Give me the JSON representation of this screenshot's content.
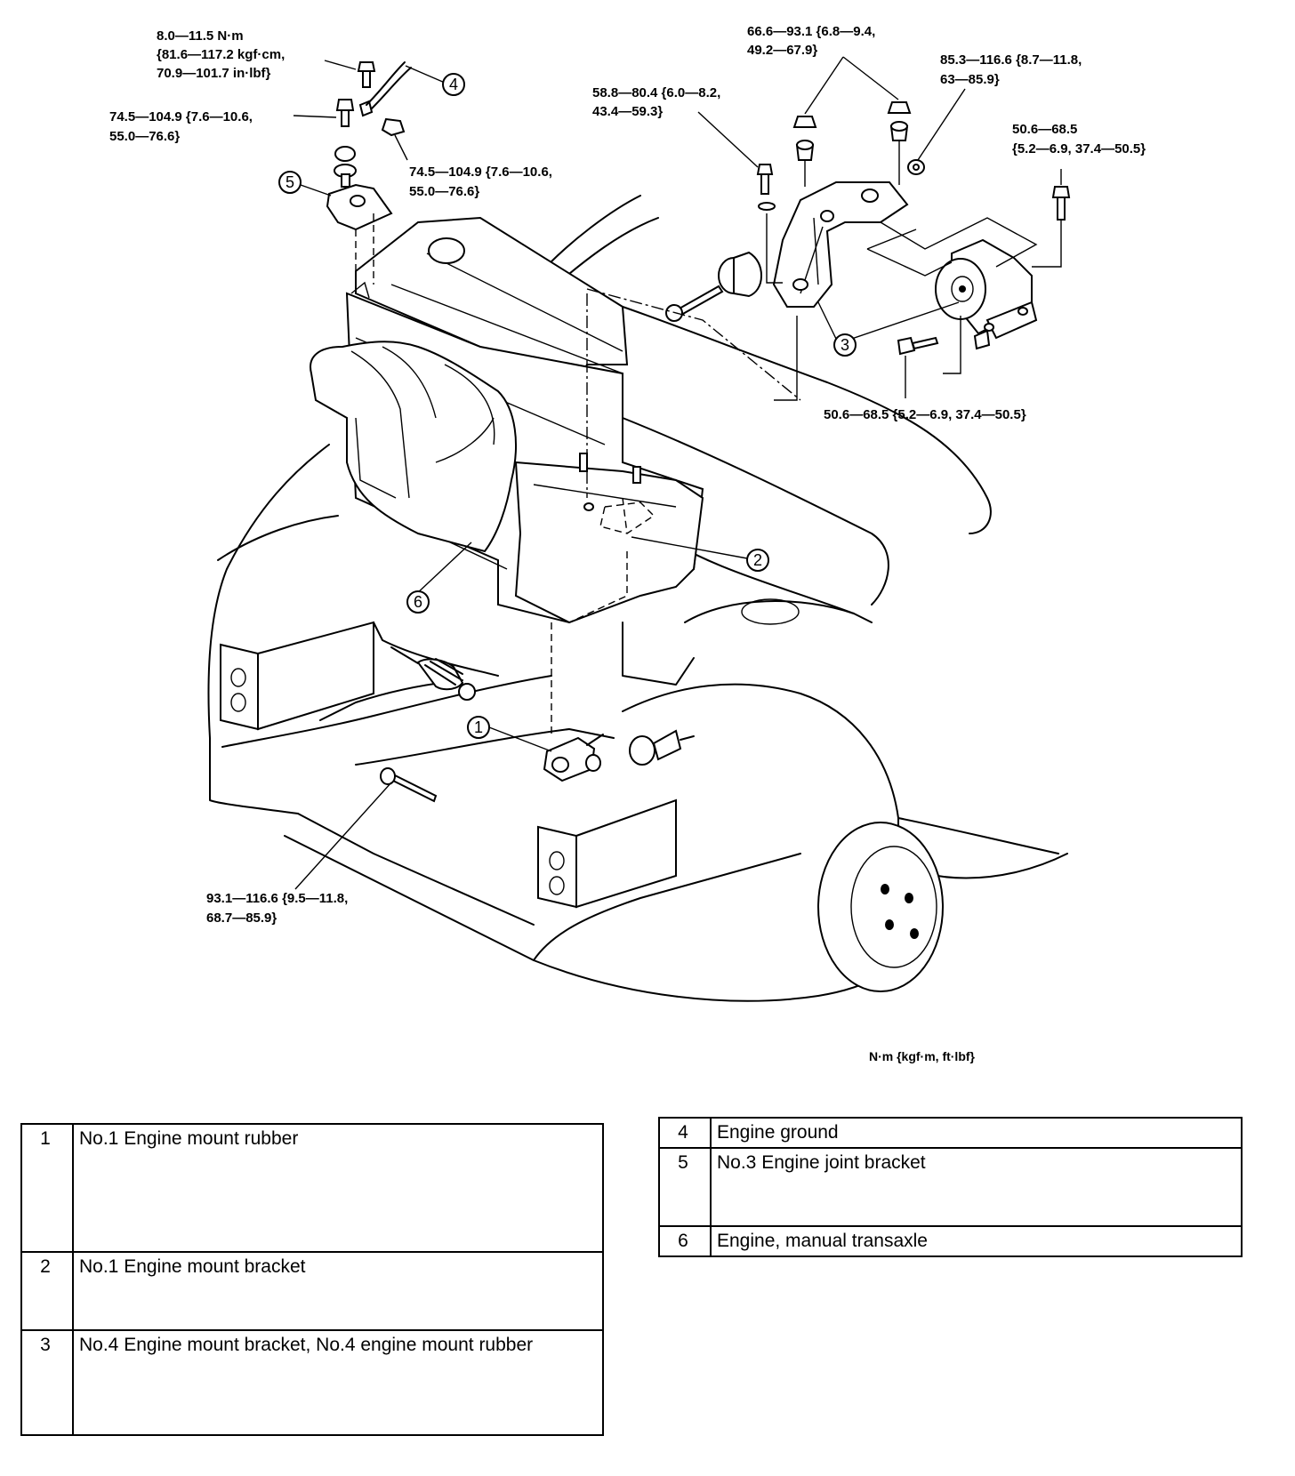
{
  "diagram": {
    "torque_labels": {
      "ground_bolt": [
        "8.0—11.5 N·m",
        "{81.6—117.2 kgf·cm,",
        "70.9—101.7 in·lbf}"
      ],
      "no3_bolt": [
        "74.5—104.9 {7.6—10.6,",
        "55.0—76.6}"
      ],
      "no3_nut": [
        "74.5—104.9 {7.6—10.6,",
        "55.0—76.6}"
      ],
      "no4_side_bolt": [
        "58.8—80.4 {6.0—8.2,",
        "43.4—59.3}"
      ],
      "no4_top_nuts": [
        "66.6—93.1 {6.8—9.4,",
        "49.2—67.9}"
      ],
      "no4_washer": [
        "85.3—116.6 {8.7—11.8,",
        "63—85.9}"
      ],
      "no4_rubber_bolt": [
        "50.6—68.5",
        "{5.2—6.9, 37.4—50.5}"
      ],
      "no4_lower_bolt": [
        "50.6—68.5 {5.2—6.9, 37.4—50.5}"
      ],
      "no1_through_bolt": [
        "93.1—116.6 {9.5—11.8,",
        "68.7—85.9}"
      ]
    },
    "callouts": [
      "1",
      "2",
      "3",
      "4",
      "5",
      "6"
    ],
    "units_note": "N·m {kgf·m, ft·lbf}"
  },
  "legend_left": [
    {
      "num": "1",
      "label": "No.1 Engine mount rubber"
    },
    {
      "num": "2",
      "label": "No.1 Engine mount bracket"
    },
    {
      "num": "3",
      "label": "No.4 Engine mount bracket, No.4 engine mount rubber"
    }
  ],
  "legend_right": [
    {
      "num": "4",
      "label": "Engine ground"
    },
    {
      "num": "5",
      "label": "No.3 Engine joint bracket"
    },
    {
      "num": "6",
      "label": "Engine, manual transaxle"
    }
  ]
}
